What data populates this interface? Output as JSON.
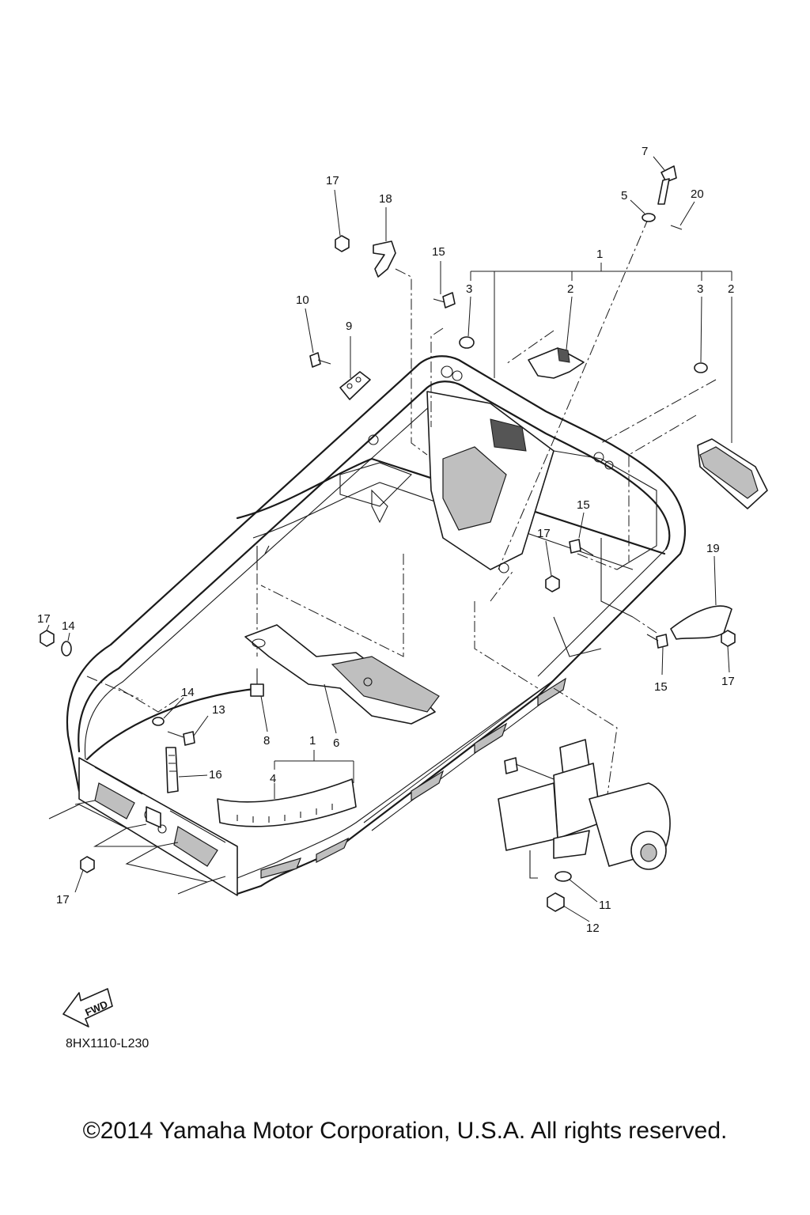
{
  "diagram": {
    "part_code": "8HX1110-L230",
    "fwd_label": "FWD",
    "labels": [
      {
        "id": "lbl-7",
        "text": "7"
      },
      {
        "id": "lbl-17a",
        "text": "17"
      },
      {
        "id": "lbl-18",
        "text": "18"
      },
      {
        "id": "lbl-5",
        "text": "5"
      },
      {
        "id": "lbl-20",
        "text": "20"
      },
      {
        "id": "lbl-15a",
        "text": "15"
      },
      {
        "id": "lbl-1a",
        "text": "1"
      },
      {
        "id": "lbl-3a",
        "text": "3"
      },
      {
        "id": "lbl-2a",
        "text": "2"
      },
      {
        "id": "lbl-3b",
        "text": "3"
      },
      {
        "id": "lbl-2b",
        "text": "2"
      },
      {
        "id": "lbl-10",
        "text": "10"
      },
      {
        "id": "lbl-9",
        "text": "9"
      },
      {
        "id": "lbl-15b",
        "text": "15"
      },
      {
        "id": "lbl-17b",
        "text": "17"
      },
      {
        "id": "lbl-19",
        "text": "19"
      },
      {
        "id": "lbl-17c",
        "text": "17"
      },
      {
        "id": "lbl-14a",
        "text": "14"
      },
      {
        "id": "lbl-15c",
        "text": "15"
      },
      {
        "id": "lbl-17d",
        "text": "17"
      },
      {
        "id": "lbl-14b",
        "text": "14"
      },
      {
        "id": "lbl-13",
        "text": "13"
      },
      {
        "id": "lbl-8",
        "text": "8"
      },
      {
        "id": "lbl-6",
        "text": "6"
      },
      {
        "id": "lbl-1b",
        "text": "1"
      },
      {
        "id": "lbl-4",
        "text": "4"
      },
      {
        "id": "lbl-16",
        "text": "16"
      },
      {
        "id": "lbl-17e",
        "text": "17"
      },
      {
        "id": "lbl-11",
        "text": "11"
      },
      {
        "id": "lbl-12",
        "text": "12"
      }
    ]
  },
  "footer": {
    "copyright": "©2014 Yamaha Motor Corporation, U.S.A. All rights reserved."
  }
}
